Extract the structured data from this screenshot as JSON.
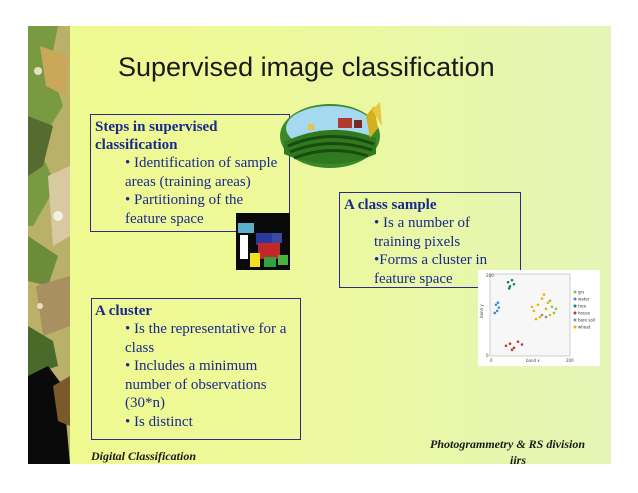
{
  "title": "Supervised image classification",
  "steps_box": {
    "heading": "Steps in supervised classification",
    "items": [
      "• Identification of sample areas (training areas)",
      "• Partitioning of the feature space"
    ]
  },
  "class_sample_box": {
    "heading": "A class sample",
    "items": [
      "• Is a number of training pixels",
      "•Forms a cluster in feature space"
    ]
  },
  "cluster_box": {
    "heading": "A cluster",
    "items": [
      "• Is the representative for a class",
      "• Includes a minimum number of observations (30*n)",
      "• Is distinct"
    ]
  },
  "footer": {
    "left": "Digital Classification",
    "right_line1": "Photogrammetry & RS   division",
    "right_line2": "iirs"
  },
  "colors": {
    "text_blue": "#1a2a8c",
    "border": "#2a2a8c",
    "slide_bg": "#eef98e"
  },
  "chart_data": {
    "type": "scatter",
    "xlabel": "band x",
    "ylabel": "band y",
    "xlim": [
      0,
      200
    ],
    "ylim": [
      0,
      200
    ],
    "x_ticks": [
      "0",
      "200"
    ],
    "y_ticks": [
      "0",
      "200"
    ],
    "series": [
      {
        "name": "grs",
        "color": "#8bc34a",
        "points": [
          [
            155,
            120
          ],
          [
            160,
            105
          ],
          [
            150,
            135
          ],
          [
            165,
            115
          ]
        ]
      },
      {
        "name": "water",
        "color": "#3a8fd0",
        "points": [
          [
            15,
            125
          ],
          [
            18,
            110
          ],
          [
            22,
            118
          ],
          [
            12,
            105
          ],
          [
            20,
            130
          ]
        ]
      },
      {
        "name": "tree",
        "color": "#1e7a6a",
        "points": [
          [
            45,
            180
          ],
          [
            50,
            170
          ],
          [
            55,
            185
          ],
          [
            60,
            175
          ],
          [
            48,
            165
          ]
        ]
      },
      {
        "name": "house",
        "color": "#c0392b",
        "points": [
          [
            40,
            25
          ],
          [
            50,
            30
          ],
          [
            60,
            20
          ],
          [
            70,
            35
          ],
          [
            80,
            28
          ],
          [
            55,
            15
          ]
        ]
      },
      {
        "name": "bare soil",
        "color": "#8e8e8e",
        "points": [
          [
            130,
            100
          ],
          [
            140,
            95
          ]
        ]
      },
      {
        "name": "wheat",
        "color": "#f0b400",
        "points": [
          [
            110,
            110
          ],
          [
            120,
            125
          ],
          [
            125,
            95
          ],
          [
            130,
            140
          ],
          [
            140,
            115
          ],
          [
            145,
            130
          ],
          [
            150,
            100
          ],
          [
            115,
            90
          ],
          [
            135,
            150
          ],
          [
            105,
            120
          ]
        ]
      }
    ]
  }
}
